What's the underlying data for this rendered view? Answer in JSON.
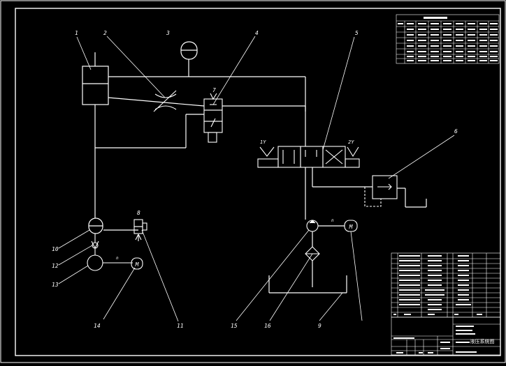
{
  "drawing": {
    "background": "#000000",
    "stroke": "#ffffff",
    "accent": "#ff0000"
  },
  "callouts": {
    "c1": "1",
    "c2": "2",
    "c3": "3",
    "c4": "4",
    "c5": "5",
    "c6": "6",
    "c7": "7",
    "c8": "8",
    "c9": "9",
    "c10": "10",
    "c11": "11",
    "c12": "12",
    "c13": "13",
    "c14": "14",
    "c15": "15",
    "c16": "16"
  },
  "valve_labels": {
    "left_port": "1Y",
    "right_port": "2Y"
  },
  "motor_symbol": "M",
  "motor_speed_label": "n",
  "title_block": {
    "drawing_title": "液压系统图"
  }
}
